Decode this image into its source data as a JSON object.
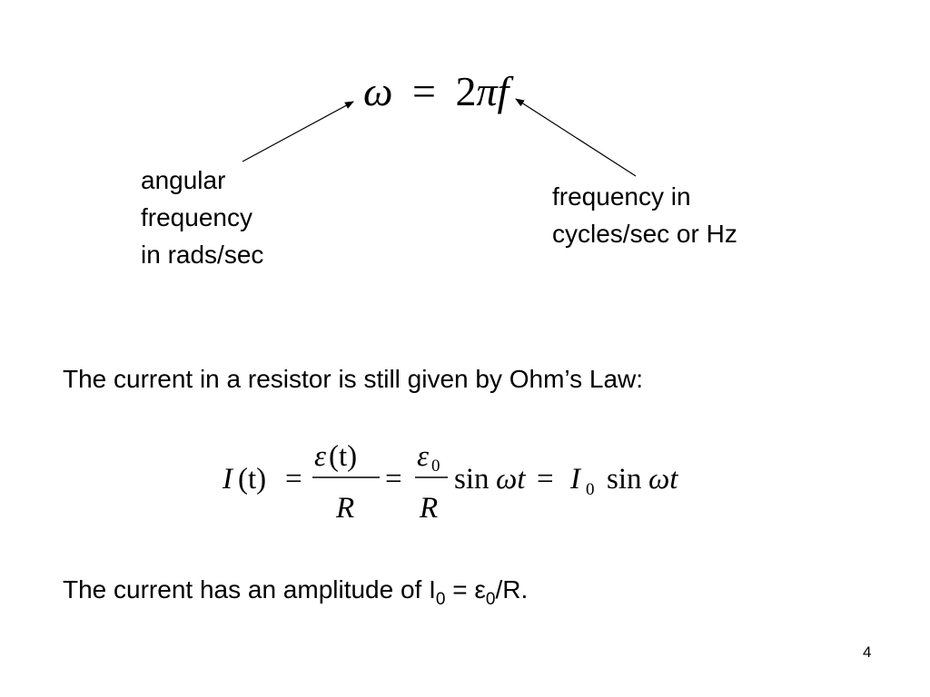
{
  "slide": {
    "equation_top": {
      "omega": "ω",
      "equals": "=",
      "two": "2",
      "pi": "π",
      "f": "f"
    },
    "label_left": [
      "angular",
      "frequency",
      "in rads/sec"
    ],
    "label_right": [
      "frequency in",
      "cycles/sec or Hz"
    ],
    "ohm_intro": "The current in a resistor is still given by Ohm’s Law:",
    "ohm_equation": {
      "lhs_I": "I",
      "lhs_t": "(t)",
      "eq": "=",
      "num1_eps": "ε",
      "num1_t": "(t)",
      "den1": "R",
      "num2_eps": "ε",
      "num2_sub": "0",
      "den2": "R",
      "sin1": "sin",
      "omega_t1": "ωt",
      "I0": "I",
      "I0_sub": "0",
      "sin2": "sin",
      "omega_t2": "ωt"
    },
    "amplitude": {
      "prefix": "The current has an amplitude of I",
      "sub1": "0",
      "mid": " = ε",
      "sub2": "0",
      "suffix": "/R."
    },
    "page_number": "4"
  }
}
